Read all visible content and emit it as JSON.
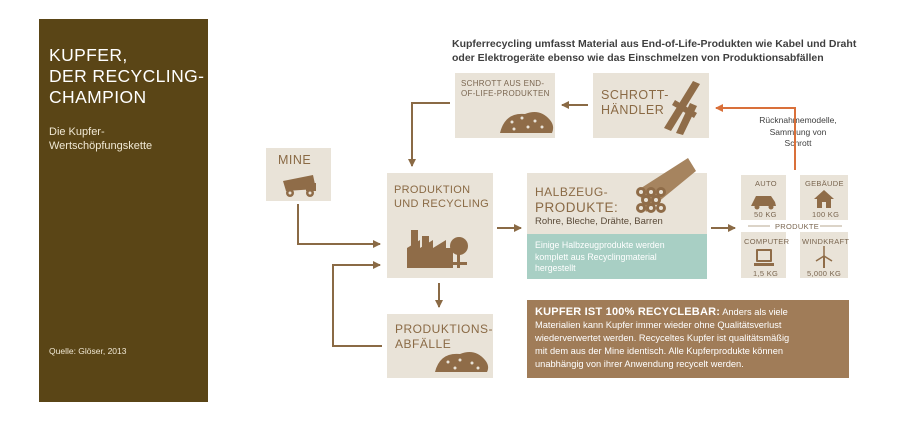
{
  "sidebar": {
    "title_lines": [
      "KUPFER,",
      "DER RECYCLING-",
      "CHAMPION"
    ],
    "subtitle_lines": [
      "Die Kupfer-",
      "Wertschöpfungskette"
    ],
    "source": "Quelle: Glöser, 2013"
  },
  "intro": {
    "line1": "Kupferrecycling umfasst Material aus End-of-Life-Produkten wie Kabel und Draht",
    "line2": "oder Elektrogeräte ebenso wie das Einschmelzen von Produktionsabfällen"
  },
  "nodes": {
    "schrott_eol": {
      "line1": "SCHROTT AUS END-",
      "line2": "OF-LIFE-PRODUKTEN"
    },
    "haendler": {
      "line1": "SCHROTT-",
      "line2": "HÄNDLER"
    },
    "mine": {
      "label": "MINE"
    },
    "produktion": {
      "line1": "PRODUKTION",
      "line2": "UND RECYCLING"
    },
    "halbzeug": {
      "line1": "HALBZEUG-",
      "line2": "PRODUKTE:",
      "items": "Rohre, Bleche, Drähte, Barren"
    },
    "halbzeug_note": {
      "line1": "Einige Halbzeugprodukte werden",
      "line2": "komplett aus Recyclingmaterial",
      "line3": "hergestellt"
    },
    "abfaelle": {
      "line1": "PRODUKTIONS-",
      "line2": "ABFÄLLE"
    }
  },
  "ruecknahme": {
    "line1": "Rücknahmemodelle,",
    "line2": "Sammlung von",
    "line3": "Schrott"
  },
  "products": {
    "label": "PRODUKTE",
    "items": [
      {
        "name": "AUTO",
        "amount": "50 KG",
        "icon": "car-icon"
      },
      {
        "name": "GEBÄUDE",
        "amount": "100 KG",
        "icon": "house-icon"
      },
      {
        "name": "COMPUTER",
        "amount": "1,5 KG",
        "icon": "computer-icon"
      },
      {
        "name": "WINDKRAFT",
        "amount": "5,000 KG",
        "icon": "wind-turbine-icon"
      }
    ]
  },
  "recyclable": {
    "heading": "KUPFER IST 100% RECYCLEBAR:",
    "text_first": "Anders als viele",
    "lines": [
      "Materialien kann Kupfer immer wieder ohne Qualitätsverlust",
      "wiederverwertet werden. Recyceltes Kupfer ist qualitätsmäßig",
      "mit dem aus der Mine identisch. Alle Kupferprodukte können",
      "unabhängig von ihrer Anwendung recycelt werden."
    ]
  },
  "colors": {
    "sidebar": "#5a4516",
    "box": "#e9e3d8",
    "label": "#8a6a45",
    "icon": "#8f6c48",
    "arrow": "#8a6a45",
    "arrow_orange": "#d9703a",
    "teal": "#a8cfc4",
    "recyclable_bg": "#a07c58"
  }
}
